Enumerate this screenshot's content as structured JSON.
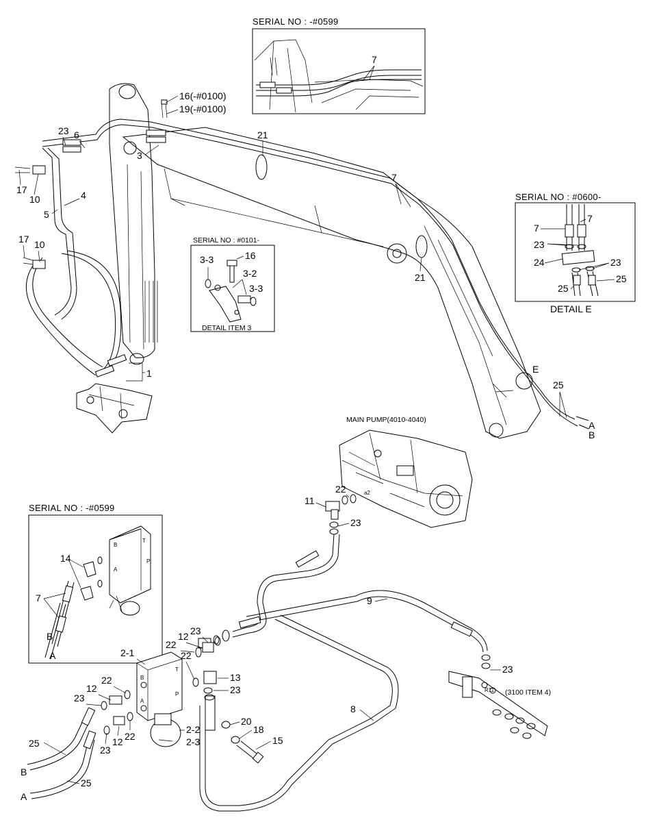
{
  "insets": {
    "serial_top": "SERIAL NO : -#0599",
    "serial_right": "SERIAL NO : #0600-",
    "serial_mid": "SERIAL NO : #0101-",
    "serial_left": "SERIAL NO : -#0599",
    "detail_e": "DETAIL  E",
    "detail_item3": "DETAIL ITEM 3"
  },
  "notes": {
    "main_pump": "MAIN PUMP(4010-4040)",
    "item_ref": "(3100 ITEM 4)",
    "port_a2": "a2",
    "port_r11": "R11",
    "port_b": "B",
    "port_a": "A",
    "port_t": "T",
    "port_p": "P"
  },
  "callouts": {
    "c16_top": "16(-#0100)",
    "c19_top": "19(-#0100)",
    "c23_a": "23",
    "c6": "6",
    "c3": "3",
    "c21_a": "21",
    "c7_a": "7",
    "c7_top": "7",
    "c17_a": "17",
    "c10_a": "10",
    "c4": "4",
    "c5": "5",
    "c17_b": "17",
    "c10_b": "10",
    "c1": "1",
    "c21_b": "21",
    "d3_16": "16",
    "d3_33a": "3-3",
    "d3_32": "3-2",
    "d3_33b": "3-3",
    "e7_l": "7",
    "e7_r": "7",
    "e23_l": "23",
    "e23_r": "23",
    "e24": "24",
    "e25_l": "25",
    "e25_r": "25",
    "c_e": "E",
    "c25_r": "25",
    "end_a_r": "A",
    "end_b_r": "B",
    "c22_p": "22",
    "c11": "11",
    "c23_p": "23",
    "l14": "14",
    "l7": "7",
    "l_b": "B",
    "l_a": "A",
    "c9": "9",
    "c23_m": "23",
    "c12_m": "12",
    "c22_m": "22",
    "c2_1": "2-1",
    "c13": "13",
    "c23_m2": "23",
    "c22_l": "22",
    "c12_l": "12",
    "c23_l": "23",
    "c8": "8",
    "c20": "20",
    "c18": "18",
    "c15": "15",
    "c2_2": "2-2",
    "c2_3": "2-3",
    "c23_l2": "23",
    "c12_l2": "12",
    "c22_l2": "22",
    "c23_r2": "23",
    "c25_la": "25",
    "end_b_l": "B",
    "end_a_l": "A",
    "c25_lb": "25"
  }
}
